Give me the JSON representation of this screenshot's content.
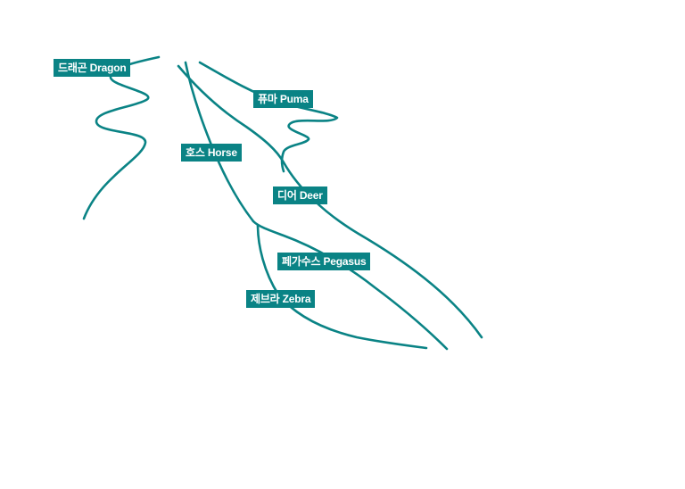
{
  "theme": {
    "route_color": "#0a8385",
    "label_bg": "#0a8385",
    "label_text": "#ffffff"
  },
  "routes": [
    {
      "id": "dragon",
      "label": "드래곤 Dragon"
    },
    {
      "id": "puma",
      "label": "퓨마 Puma"
    },
    {
      "id": "horse",
      "label": "호스 Horse"
    },
    {
      "id": "deer",
      "label": "디어 Deer"
    },
    {
      "id": "pegasus",
      "label": "페가수스 Pegasus"
    },
    {
      "id": "zebra",
      "label": "제브라 Zebra"
    }
  ]
}
